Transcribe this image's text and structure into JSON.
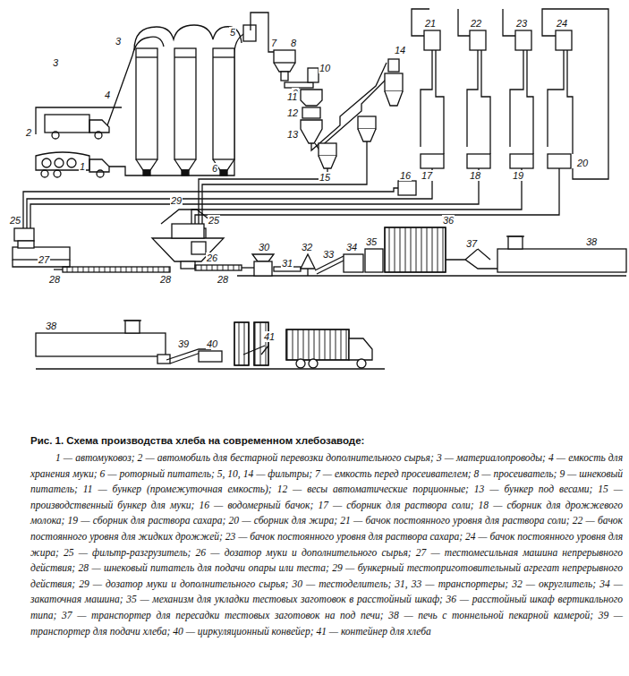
{
  "diagram": {
    "title": "Рис. 1. Схема производства хлеба на современном хлебозаводе:",
    "caption": "1 — автомуковоз; 2 — автомобиль для бестарной перевозки дополнительного сырья; 3 — материалопроводы; 4 — емкость для хранения муки; 6 — роторный питатель; 5, 10, 14 — фильтры; 7 — емкость перед просеивателем; 8 — просеиватель; 9 — шнековый питатель; 11 — бункер (промежуточная емкость); 12 — весы автоматические порционные; 13 — бункер под весами; 15 — производственный бункер для муки; 16 — водомерный бачок; 17 — сборник для раствора соли; 18 — сборник для дрожжевого молока; 19 — сборник для раствора сахара; 20 — сборник для жира; 21 — бачок постоянного уровня для раствора соли; 22 — бачок постоянного уровня для жидких дрожжей; 23 — бачок постоянного уровня для раствора сахара; 24 — бачок постоянного уровня для жира; 25 — фильтр-разгрузитель; 26 — дозатор муки и дополнительного сырья; 27 — тестомесильная машина непрерывного действия; 28 — шнековый питатель для подачи опары или теста; 29 — бункерный тестоприготовительный агрегат непрерывного действия; 29 — дозатор муки и дополнительного сырья; 30 — тестоделитель; 31, 33 — транспортеры; 32 — округлитель; 34 — закаточная машина; 35 — механизм для укладки тестовых заготовок в расстойный шкаф; 36 — расстойный шкаф вертикального типа; 37 — транспортер для пересадки тестовых заготовок на под печи; 38 — печь с тоннельной пекарной камерой; 39 — транспортер для подачи хлеба; 40 — циркуляционный конвейер; 41 — контейнер для хлеба",
    "labels": [
      "21",
      "22",
      "23",
      "24",
      "5",
      "7",
      "8",
      "3",
      "14",
      "10",
      "3",
      "9",
      "11",
      "4",
      "12",
      "13",
      "2",
      "1",
      "6",
      "15",
      "20",
      "16",
      "17",
      "18",
      "19",
      "25",
      "25",
      "29",
      "27",
      "26",
      "28",
      "28",
      "28",
      "30",
      "31",
      "32",
      "33",
      "34",
      "35",
      "36",
      "37",
      "38",
      "38",
      "39",
      "40",
      "41"
    ]
  }
}
